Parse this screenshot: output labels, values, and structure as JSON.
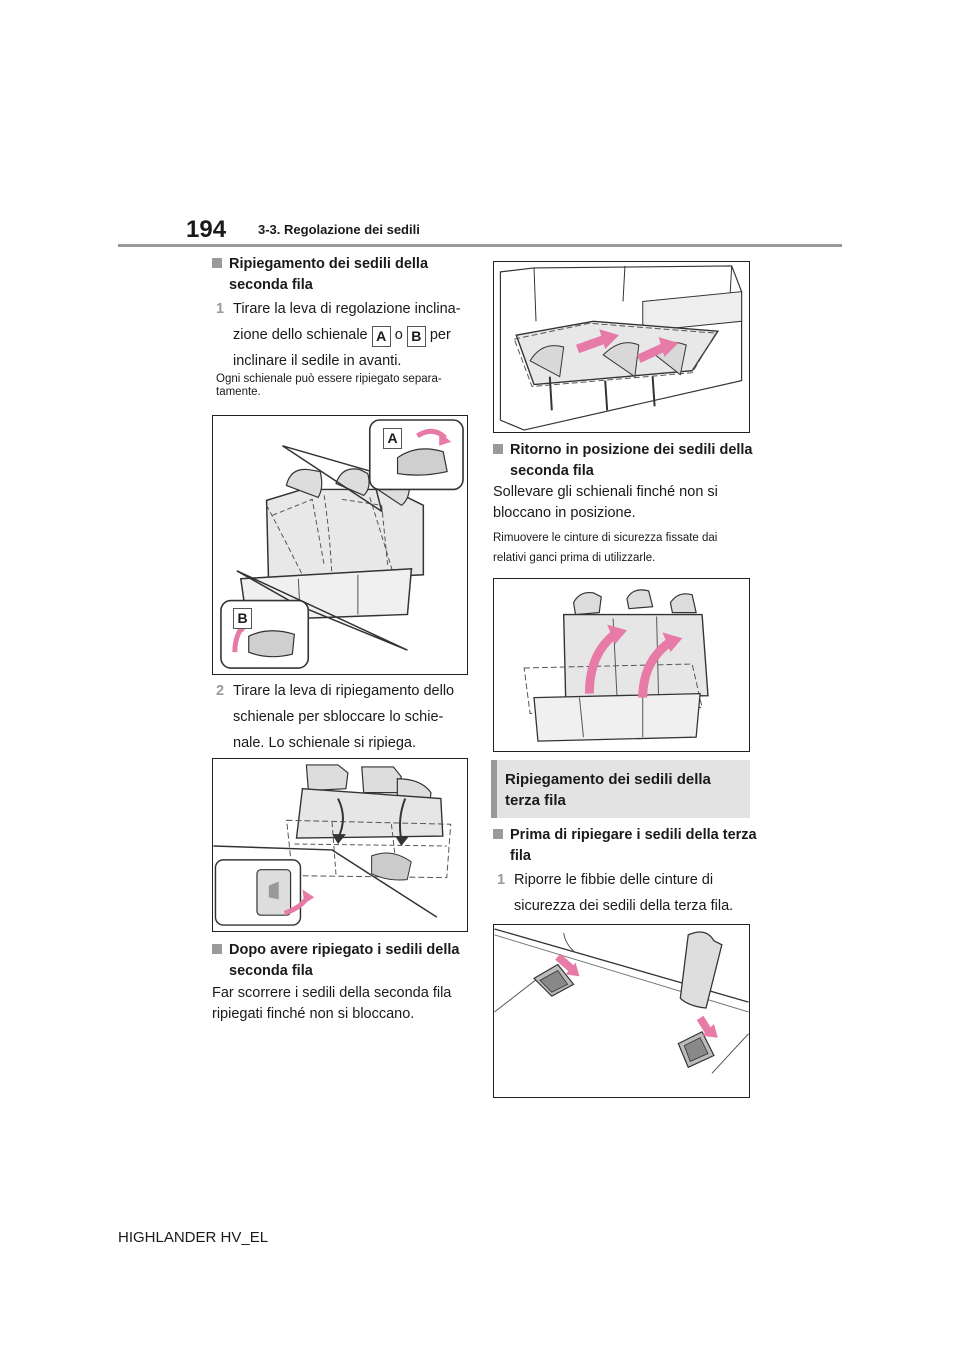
{
  "header": {
    "page_number": "194",
    "section": "3-3. Regolazione dei sedili"
  },
  "left": {
    "heading_1": "Ripiegamento dei sedili della seconda fila",
    "step_1": {
      "num": "1",
      "line_1": "Tirare la leva di regolazione inclina-",
      "line_2_pre": "zione dello schienale",
      "key_a": "A",
      "line_2_mid": "o",
      "key_b": "B",
      "line_2_post": "per",
      "line_3": "inclinare il sedile in avanti."
    },
    "note_1": "Ogni schienale può essere ripiegato separa-tamente.",
    "figure_1": {
      "callout_a": "A",
      "callout_b": "B"
    },
    "step_2": {
      "num": "2",
      "line_1": "Tirare la leva di ripiegamento dello",
      "line_2": "schienale per sbloccare lo schie-",
      "line_3": "nale. Lo schienale si ripiega."
    },
    "heading_2": "Dopo avere ripiegato i sedili della seconda fila",
    "body_2": "Far scorrere i sedili della seconda fila ripiegati finché non si bloccano."
  },
  "right": {
    "heading_3": "Ritorno in posizione dei sedili della seconda fila",
    "body_3": "Sollevare gli schienali finché non si bloccano in posizione.",
    "note_3": "Rimuovere le cinture di sicurezza fissate dai relativi ganci prima di utilizzarle.",
    "banner": "Ripiegamento dei sedili della terza fila",
    "heading_4": "Prima di ripiegare i sedili della terza fila",
    "step_4": {
      "num": "1",
      "line_1": "Riporre le fibbie delle cinture di",
      "line_2": "sicurezza dei sedili della terza fila."
    }
  },
  "footer": {
    "model": "HIGHLANDER HV_EL"
  },
  "colors": {
    "accent_gray": "#9a9a9a",
    "arrow_pink": "#e87aa8",
    "banner_bg": "#e3e3e3"
  }
}
